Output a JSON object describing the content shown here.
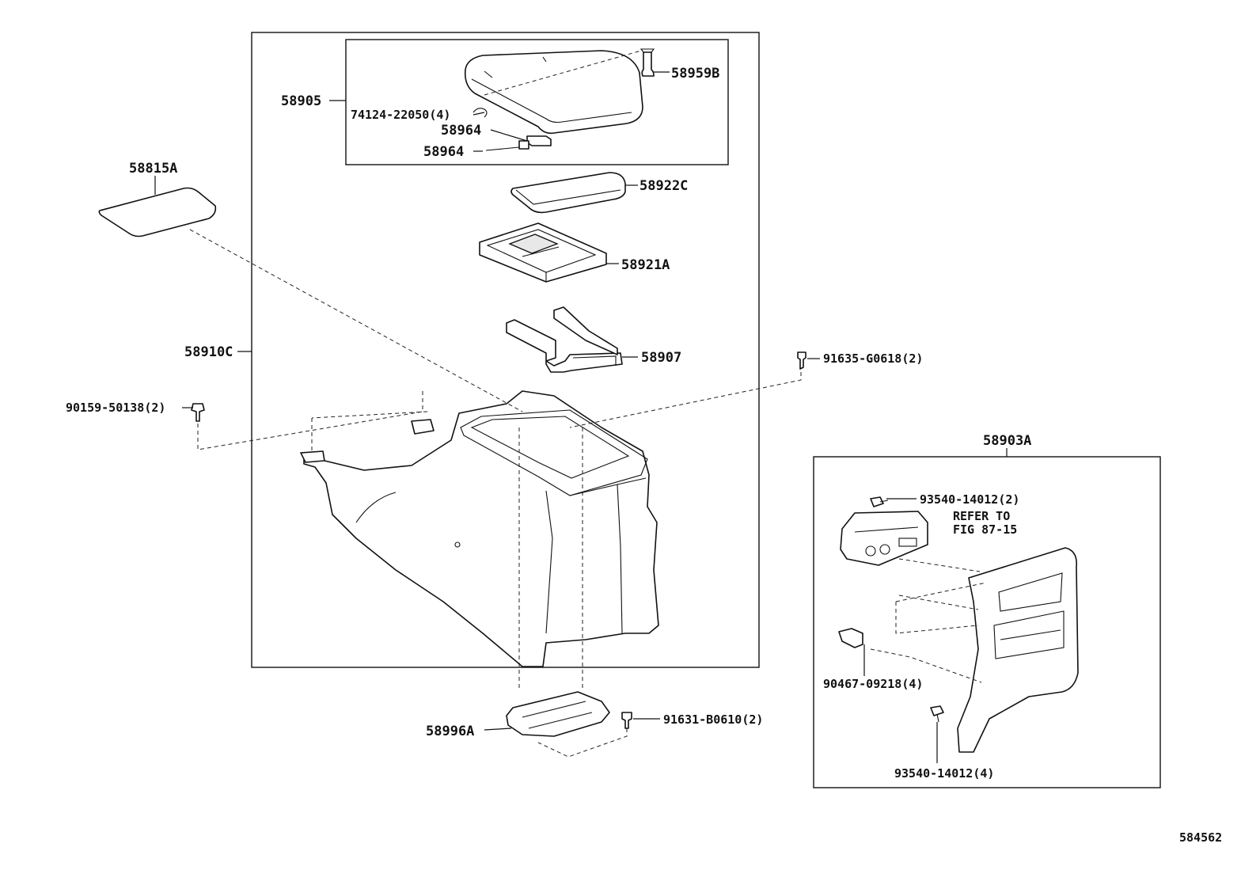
{
  "labels": {
    "p58905": "58905",
    "p58959b": "58959B",
    "p74124": "74124-22050(4)",
    "p58964a": "58964",
    "p58964b": "58964",
    "p58815a": "58815A",
    "p58922c": "58922C",
    "p58921a": "58921A",
    "p58910c": "58910C",
    "p58907": "58907",
    "p91635": "91635-G0618(2)",
    "p90159": "90159-50138(2)",
    "p58903a": "58903A",
    "p93540a": "93540-14012(2)",
    "refer_line1": "REFER TO",
    "refer_line2": "FIG 87-15",
    "p90467": "90467-09218(4)",
    "p93540b": "93540-14012(4)",
    "p58996a": "58996A",
    "p91631": "91631-B0610(2)",
    "diagram_number": "584562"
  }
}
